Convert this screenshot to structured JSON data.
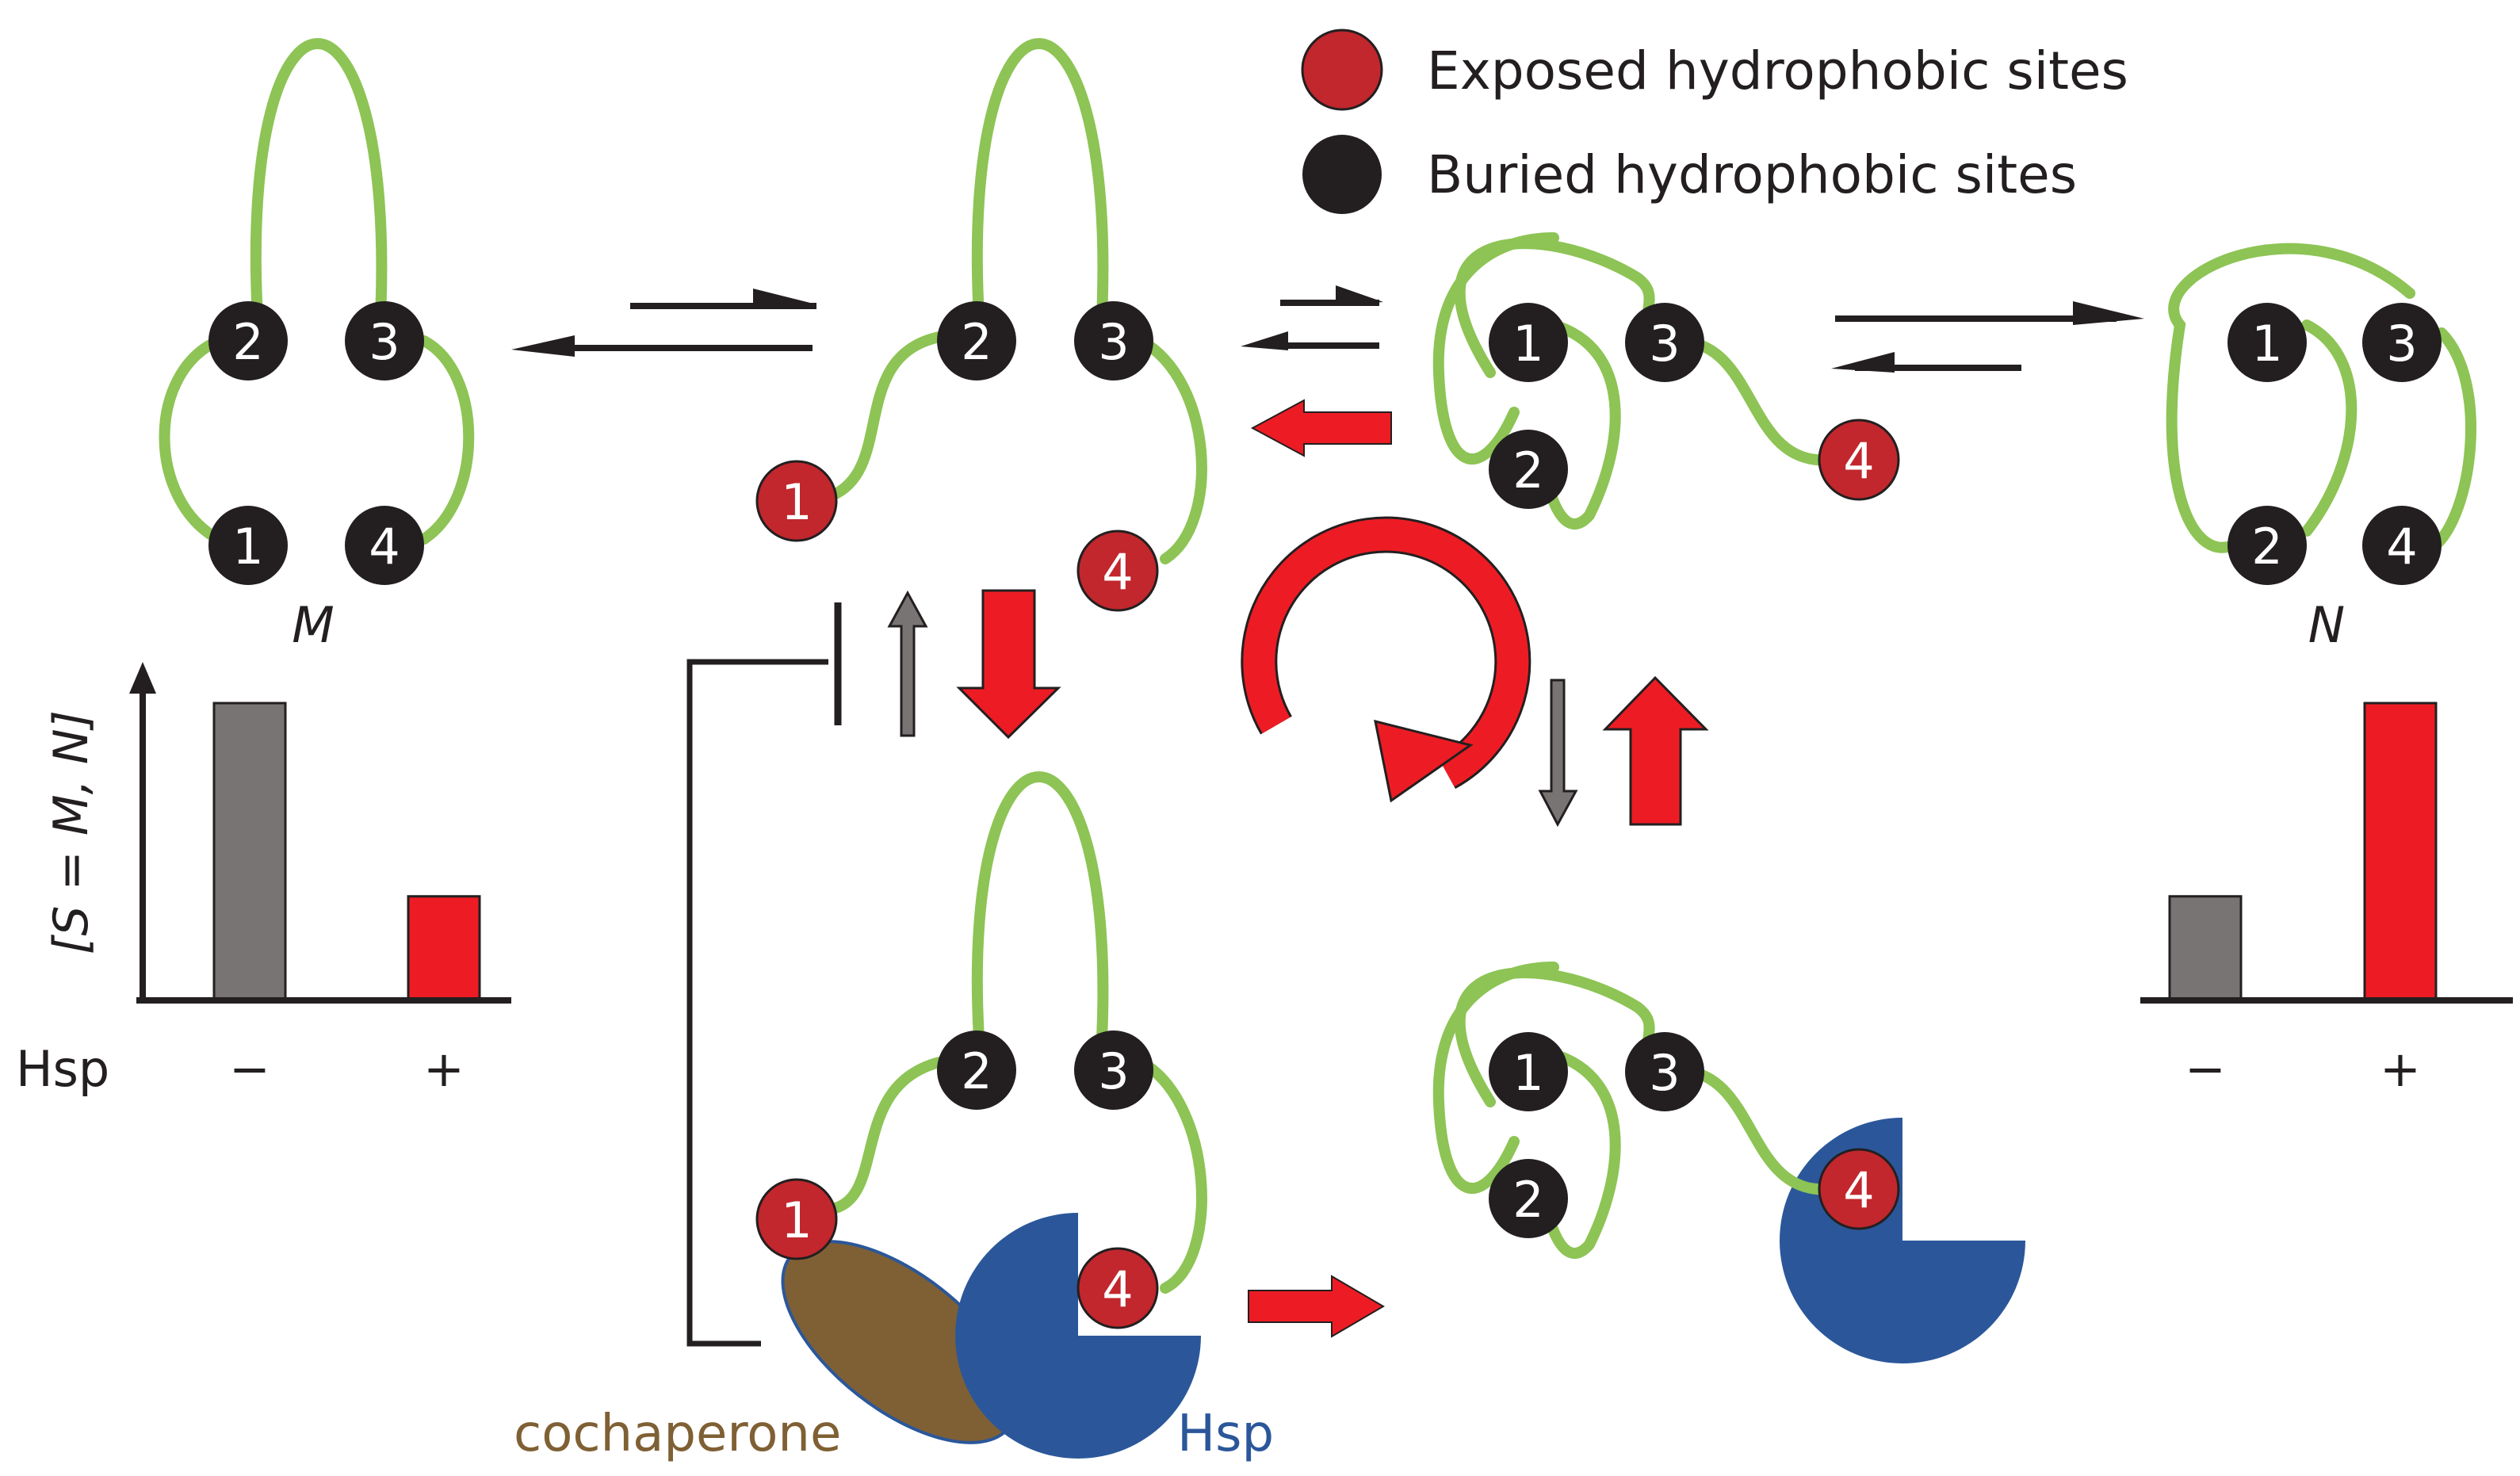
{
  "legend": {
    "exposed_label": "Exposed hydrophobic sites",
    "buried_label": "Buried hydrophobic sites"
  },
  "states": {
    "misfolded_label": "M",
    "native_label": "N"
  },
  "sites": [
    "1",
    "2",
    "3",
    "4"
  ],
  "labels": {
    "cochaperone": "cochaperone",
    "hsp": "Hsp",
    "hsp_axis": "Hsp",
    "y_axis": "[S = M, N]",
    "minus": "−",
    "plus": "+"
  },
  "chart_data": [
    {
      "type": "bar",
      "categories": [
        "−",
        "+"
      ],
      "values": [
        1.0,
        0.35
      ],
      "xlabel": "Hsp",
      "ylabel": "[S = M, N]",
      "colors": [
        "#787474",
        "#ed1c24"
      ]
    },
    {
      "type": "bar",
      "categories": [
        "−",
        "+"
      ],
      "values": [
        0.35,
        1.0
      ],
      "xlabel": "",
      "ylabel": "",
      "colors": [
        "#787474",
        "#ed1c24"
      ]
    }
  ],
  "colors": {
    "chain": "#8dc455",
    "buried": "#231f20",
    "exposed": "#c1272d",
    "red_arrow": "#ed1c24",
    "gray_bar": "#787474",
    "hsp_blue": "#2b579a",
    "cochaperone_brown": "#7f6034"
  }
}
